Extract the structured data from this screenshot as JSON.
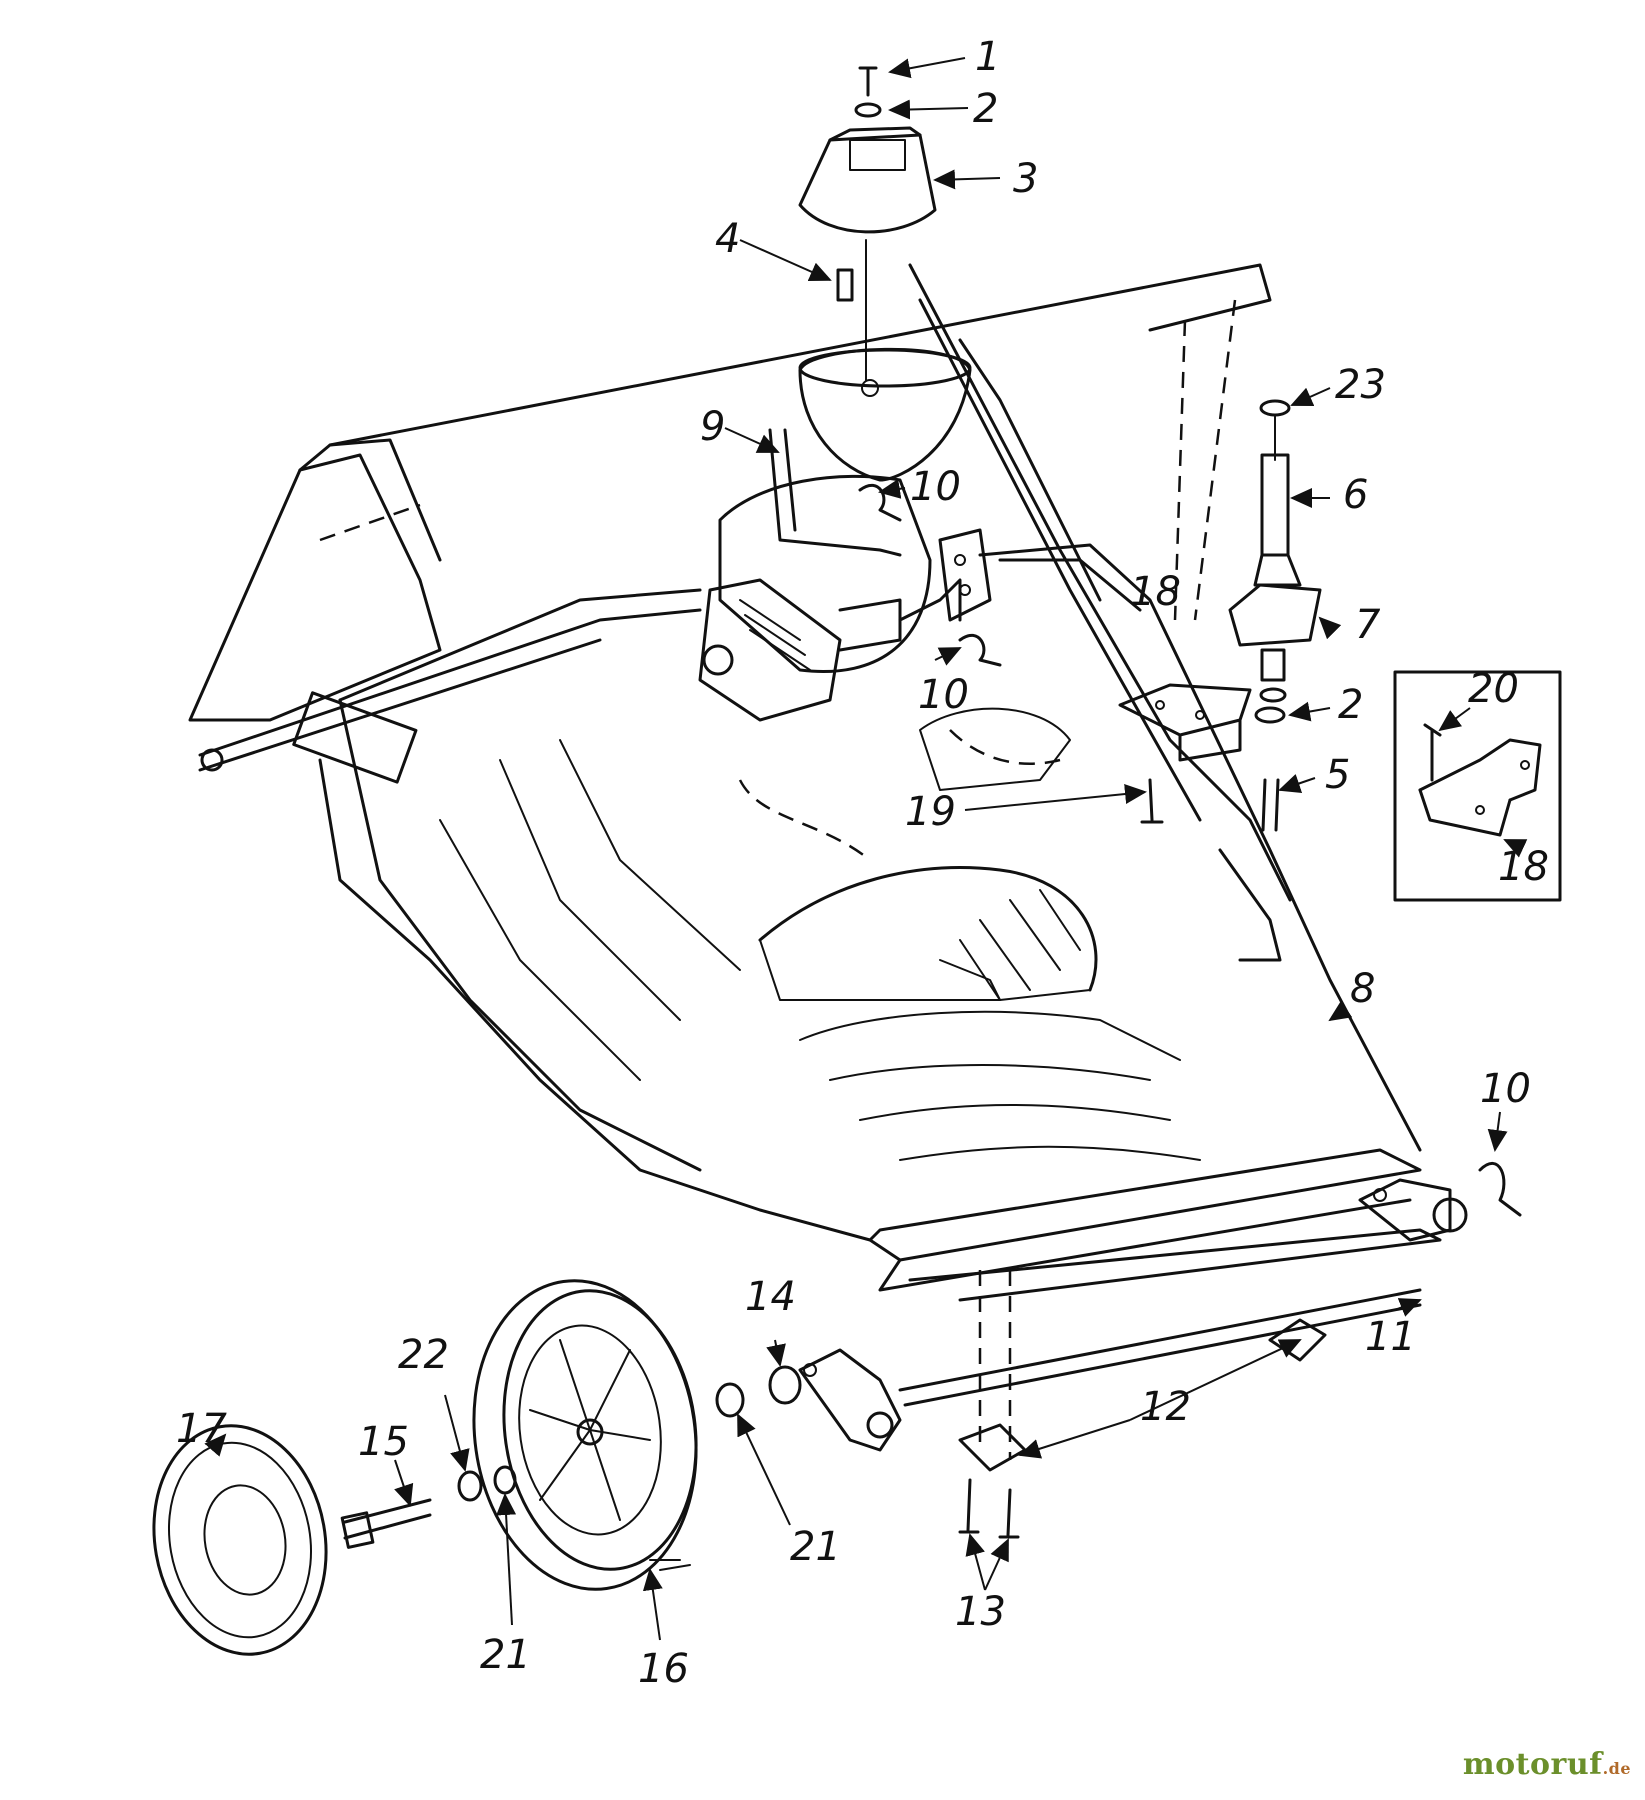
{
  "callouts": [
    "1",
    "2",
    "3",
    "4",
    "23",
    "9",
    "10",
    "6",
    "18",
    "7",
    "10",
    "2",
    "20",
    "5",
    "19",
    "18",
    "8",
    "10",
    "14",
    "11",
    "22",
    "12",
    "17",
    "15",
    "21",
    "13",
    "21",
    "16"
  ],
  "watermark": {
    "brand": "motoruf",
    "suffix": ".de"
  },
  "colors": {
    "ink": "#111111",
    "paper": "#ffffff",
    "watermark_green": "#6b8f2b",
    "watermark_orange": "#b06a2a"
  }
}
